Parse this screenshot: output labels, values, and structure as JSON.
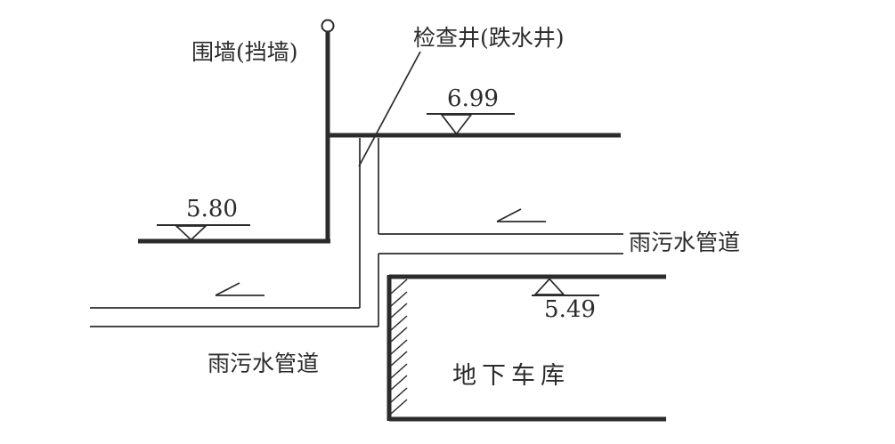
{
  "page": {
    "background": "#ffffff",
    "line_color": "#2b2b2b"
  },
  "diagram": {
    "labels": {
      "retaining_wall": "围墙(挡墙)",
      "inspection_well": "检查井(跌水井)",
      "sewer_pipe_right": "雨污水管道",
      "sewer_pipe_bottom": "雨污水管道",
      "underground_garage": "地下车库"
    },
    "elevations": {
      "upper_ground": "6.99",
      "lower_ground": "5.80",
      "garage_roof": "5.49"
    }
  }
}
